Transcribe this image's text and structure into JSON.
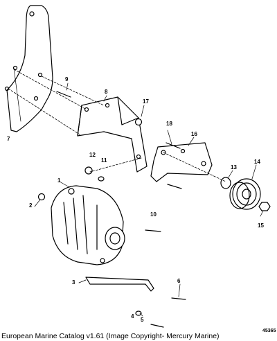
{
  "diagram": {
    "part_callouts": [
      "1",
      "2",
      "3",
      "4",
      "5",
      "6",
      "7",
      "8",
      "9",
      "10",
      "11",
      "12",
      "13",
      "14",
      "15",
      "16",
      "17",
      "18"
    ],
    "catalog_id": "45365",
    "caption": "European Marine Catalog v1.61 (Image Copyright- Mercury Marine)"
  }
}
